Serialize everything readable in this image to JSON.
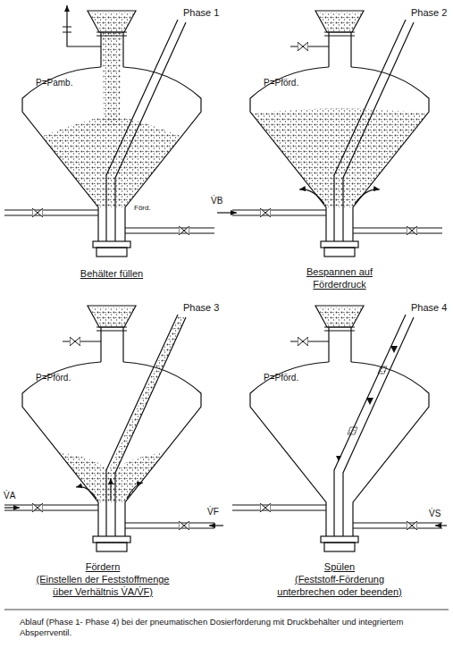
{
  "diagram": {
    "caption": "Ablauf (Phase 1- Phase 4) bei der pneumatischen Dosierförderung mit Druckbehälter und integriertem Absperrventil.",
    "labels": [
      "Phase 1",
      "P=Pamb.",
      "Förd.",
      "Behälter füllen",
      "Phase 2",
      "P=Pförd.",
      "V̇B",
      "Bespannen auf",
      "Förderdruck",
      "Phase 3",
      "P=Pförd.",
      "V̇A",
      "V̇F",
      "Fördern",
      "(Einstellen der Feststoffmenge",
      "über Verhältnis V̇A/V̇F)",
      "Phase 4",
      "P=Pförd.",
      "V̇S",
      "Spülen",
      "(Feststoff-Förderung",
      "unterbrechen oder beenden)"
    ]
  }
}
